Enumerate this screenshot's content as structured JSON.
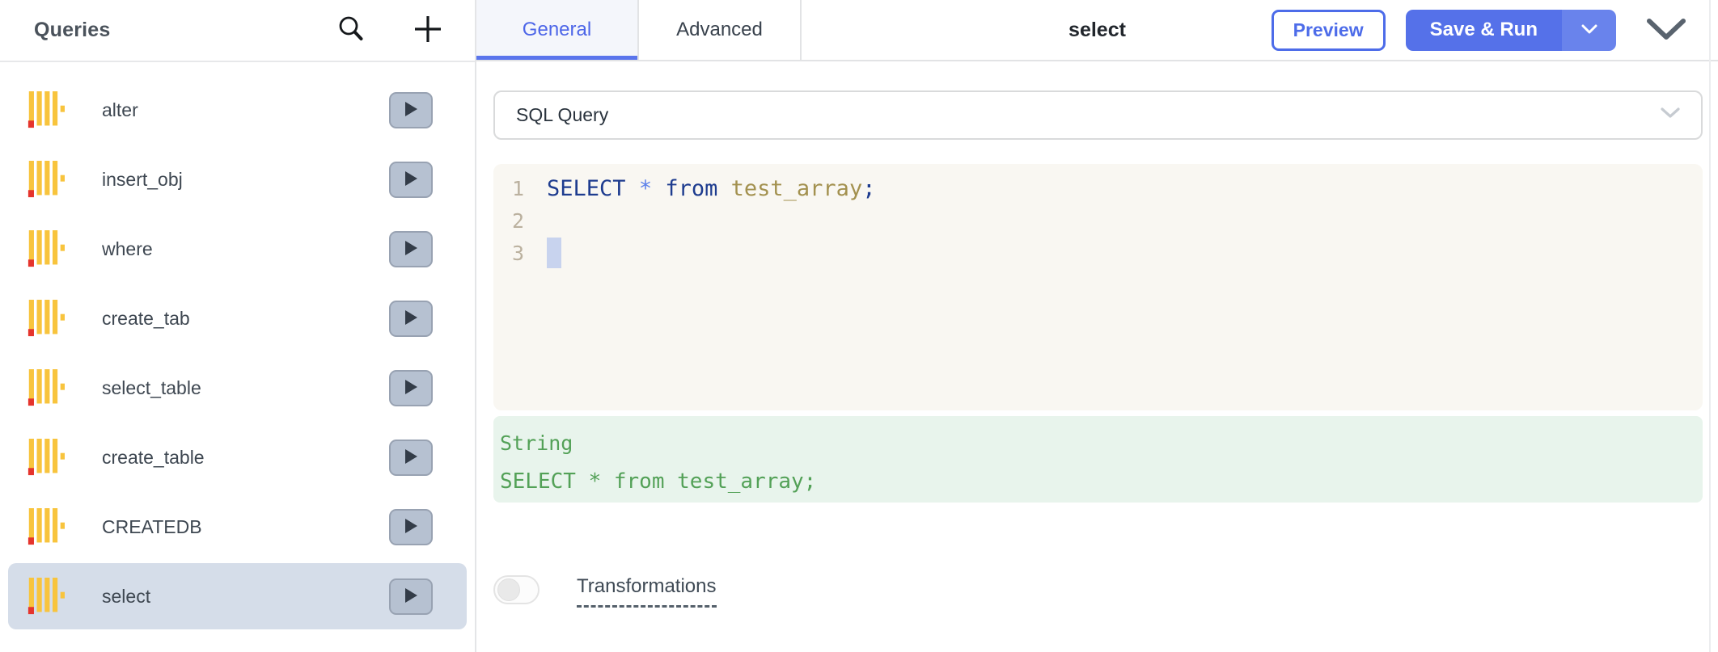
{
  "sidebar": {
    "title": "Queries",
    "items": [
      {
        "label": "alter",
        "selected": false
      },
      {
        "label": "insert_obj",
        "selected": false
      },
      {
        "label": "where",
        "selected": false
      },
      {
        "label": "create_tab",
        "selected": false
      },
      {
        "label": "select_table",
        "selected": false
      },
      {
        "label": "create_table",
        "selected": false
      },
      {
        "label": "CREATEDB",
        "selected": false
      },
      {
        "label": "select",
        "selected": true
      }
    ],
    "icon_name": "clickhouse-datasource-icon",
    "run_icon_name": "play-icon"
  },
  "header": {
    "tabs": [
      {
        "label": "General",
        "active": true
      },
      {
        "label": "Advanced",
        "active": false
      }
    ],
    "title": "select",
    "preview_label": "Preview",
    "save_run_label": "Save & Run"
  },
  "editor": {
    "command_label": "SQL Query",
    "lines": [
      {
        "number": "1",
        "cursor": false,
        "tokens": [
          {
            "text": "SELECT",
            "type": "keyword"
          },
          {
            "text": " ",
            "type": "plain"
          },
          {
            "text": "*",
            "type": "operator"
          },
          {
            "text": " ",
            "type": "plain"
          },
          {
            "text": "from",
            "type": "keyword"
          },
          {
            "text": " ",
            "type": "plain"
          },
          {
            "text": "test_array",
            "type": "variable"
          },
          {
            "text": ";",
            "type": "punctuation"
          }
        ]
      },
      {
        "number": "2",
        "cursor": false,
        "tokens": []
      },
      {
        "number": "3",
        "cursor": true,
        "tokens": []
      }
    ]
  },
  "evaluated": {
    "type_label": "String",
    "value": "SELECT * from test_array;"
  },
  "transformations": {
    "label": "Transformations",
    "enabled": false
  },
  "colors": {
    "accent_blue": "#5571E9",
    "active_tab_underline": "#5A75EC",
    "selected_item_bg": "#D5DDE9",
    "editor_bg": "#F9F7F2",
    "eval_bg": "#E8F4EC",
    "eval_text": "#53A157",
    "icon_yellow": "#F8C43D",
    "icon_red": "#E5342D",
    "syntax": {
      "keyword": "#1E3C8F",
      "operator": "#5C80EA",
      "variable": "#A3914F",
      "punctuation": "#1E3C8F",
      "plain": "#1E3C8F"
    }
  }
}
